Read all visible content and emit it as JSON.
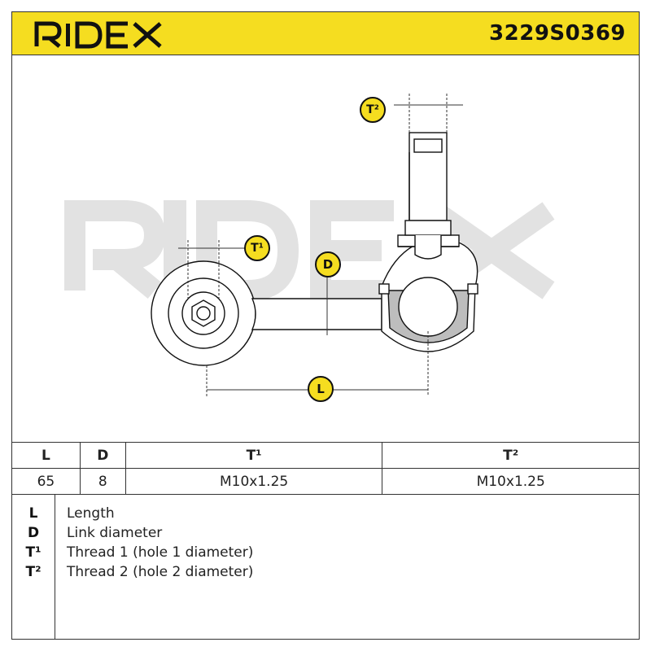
{
  "header": {
    "brand": "RIDEX",
    "part_number": "3229S0369",
    "accent_color": "#f5dd20"
  },
  "drawing": {
    "watermark": "RIDEX",
    "labels": {
      "t2": "T²",
      "t1": "T¹",
      "d": "D",
      "l": "L"
    }
  },
  "table": {
    "headers": [
      "L",
      "D",
      "T¹",
      "T²"
    ],
    "values": [
      "65",
      "8",
      "M10x1.25",
      "M10x1.25"
    ]
  },
  "legend": [
    {
      "key": "L",
      "desc": "Length"
    },
    {
      "key": "D",
      "desc": "Link diameter"
    },
    {
      "key": "T¹",
      "desc": "Thread 1 (hole 1 diameter)"
    },
    {
      "key": "T²",
      "desc": "Thread 2 (hole 2 diameter)"
    }
  ]
}
